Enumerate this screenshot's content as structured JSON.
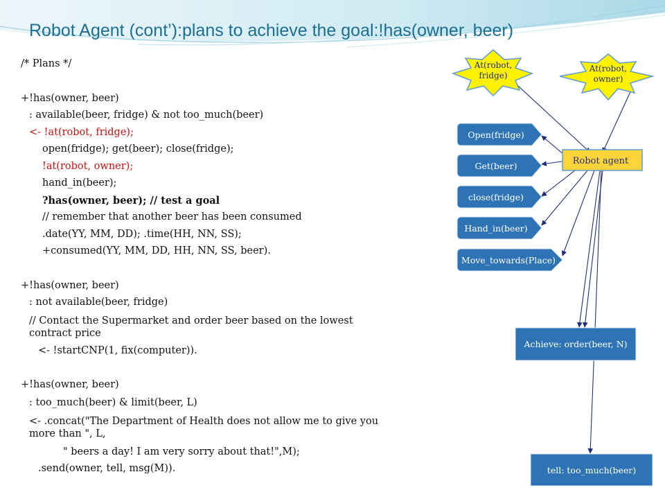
{
  "title": "Robot Agent (cont’):plans to achieve the goal:!has(owner, beer)",
  "code": {
    "lines": [
      "/* Plans */",
      "+!has(owner, beer)",
      ":  available(beer, fridge) & not too_much(beer)",
      "<- !at(robot, fridge);",
      "open(fridge);   get(beer);   close(fridge);",
      "!at(robot, owner);",
      "hand_in(beer);",
      "?has(owner, beer); // test a goal",
      "// remember that another beer has been consumed",
      ".date(YY, MM, DD); .time(HH, NN, SS);",
      "+consumed(YY, MM, DD, HH, NN, SS, beer).",
      "+!has(owner, beer)",
      ":  not available(beer, fridge)",
      "// Contact the Supermarket and order beer based on the lowest contract price",
      "<- !startCNP(1, fix(computer)).",
      "+!has(owner, beer)",
      ":  too_much(beer) & limit(beer, L)",
      "<- .concat(\"The Department of Health does not allow me to give you more than \", L,",
      "\" beers a day! I am very sorry about that!\",M);",
      ".send(owner, tell, msg(M))."
    ]
  },
  "diagram": {
    "stars": [
      "At(robot,\nfridge)",
      "At(robot,\nowner)"
    ],
    "robot_agent": "Robot agent",
    "actions": [
      "Open(fridge)",
      "Get(beer)",
      "close(fridge)",
      "Hand_in(beer)",
      "Move_towards(Place)"
    ],
    "achieve": "Achieve: order(beer, N)",
    "tell": "tell: too_much(beer)",
    "colors": {
      "title": "#1c6f91",
      "pill": "#2e74b5",
      "star_fill": "#fff200",
      "robot_agent_fill": "#ffd43a",
      "red_text": "#cc1111"
    }
  }
}
